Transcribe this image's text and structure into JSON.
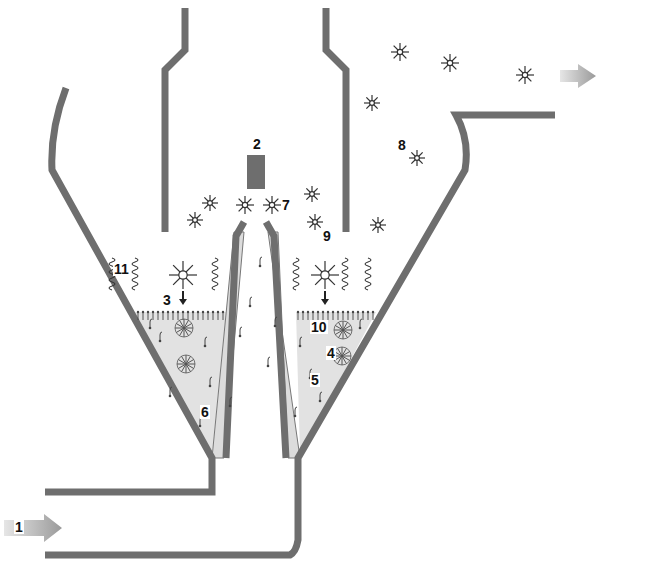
{
  "diagram": {
    "labels": [
      "2",
      "7",
      "8",
      "9",
      "11",
      "3",
      "10",
      "4",
      "5",
      "6",
      "1"
    ]
  }
}
